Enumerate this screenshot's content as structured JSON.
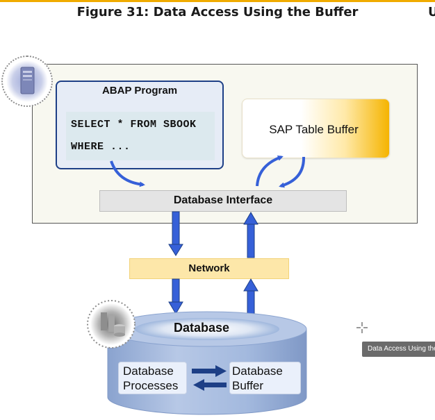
{
  "figure": {
    "title": "Figure 31: Data Access Using the Buffer",
    "edge_letter": "U"
  },
  "abap_program": {
    "title": "ABAP Program",
    "code_lines": [
      "SELECT * FROM SBOOK",
      "WHERE ..."
    ]
  },
  "table_buffer": {
    "label": "SAP Table Buffer"
  },
  "database_interface": {
    "label": "Database Interface"
  },
  "network": {
    "label": "Network"
  },
  "database": {
    "title": "Database",
    "processes_line1": "Database",
    "processes_line2": "Processes",
    "buffer_line1": "Database",
    "buffer_line2": "Buffer"
  },
  "tooltip": {
    "text": "Data Access Using the Buffer"
  },
  "colors": {
    "accent_bar": "#f0ab00",
    "arrow_blue": "#3660d8",
    "abap_border": "#1d3f86",
    "buffer_gold": "#f5b400",
    "network_fill": "#fde7a9",
    "db_cylinder": "#9fb7dd",
    "exchange_arrow": "#1d3f86"
  },
  "icons": [
    "server-icon",
    "database-server-icon",
    "crosshair-cursor-icon"
  ]
}
